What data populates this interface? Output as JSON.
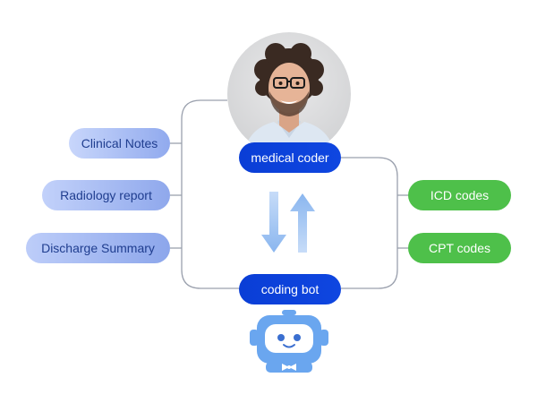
{
  "inputs": [
    {
      "label": "Clinical Notes"
    },
    {
      "label": "Radiology report"
    },
    {
      "label": "Discharge Summary"
    }
  ],
  "roles": {
    "human": "medical coder",
    "bot": "coding bot"
  },
  "outputs": [
    {
      "label": "ICD codes"
    },
    {
      "label": "CPT codes"
    }
  ],
  "colors": {
    "input_pill": "#8fa8ec",
    "role_pill": "#0b3fd8",
    "output_pill": "#4ec04a",
    "connector": "#9aa0ad",
    "arrow_light": "#a9c9f4",
    "robot": "#6aa6ef"
  },
  "icons": [
    "person-photo-icon",
    "exchange-arrows-icon",
    "robot-icon"
  ]
}
